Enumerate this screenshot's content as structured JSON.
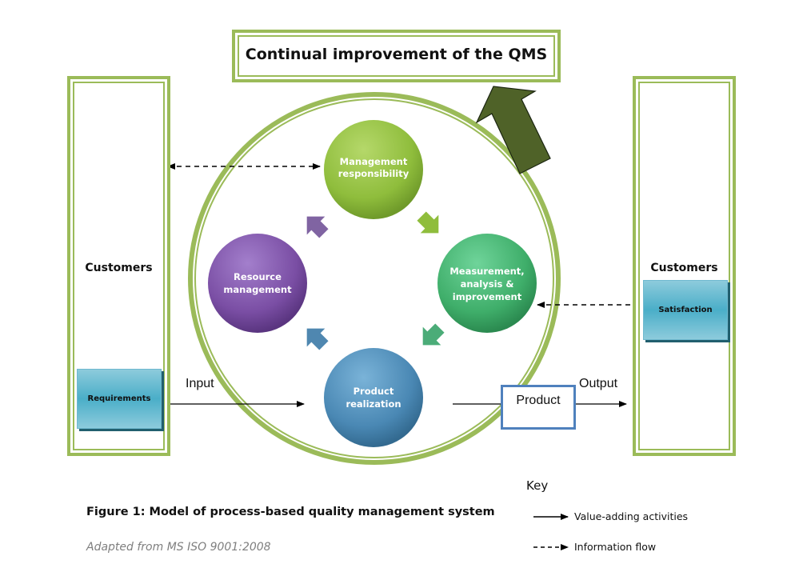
{
  "title": "Continual improvement of the QMS",
  "left_column": {
    "label": "Customers",
    "box_label": "Requirements"
  },
  "right_column": {
    "label": "Customers",
    "box_label": "Satisfaction"
  },
  "process_circles": [
    {
      "id": "management",
      "lines": [
        "Management",
        "responsibility"
      ],
      "color": "#8fbd3c"
    },
    {
      "id": "measurement",
      "lines": [
        "Measurement,",
        "analysis &",
        "improvement"
      ],
      "color": "#3fae6a"
    },
    {
      "id": "product",
      "lines": [
        "Product",
        "realization"
      ],
      "color": "#4a88b4"
    },
    {
      "id": "resource",
      "lines": [
        "Resource",
        "management"
      ],
      "color": "#7a4ea4"
    }
  ],
  "flow": {
    "input_label": "Input",
    "output_label": "Output",
    "product_box_label": "Product"
  },
  "colors": {
    "frame_green": "#9bbb59",
    "big_arrow": "#4f6228",
    "teal": "#4aaec8",
    "product_border": "#4f81bd"
  },
  "caption": {
    "figure": "Figure 1: Model of process-based quality management system",
    "source": "Adapted from MS ISO 9001:2008"
  },
  "key": {
    "title": "Key",
    "items": [
      {
        "style": "solid",
        "label": "Value-adding activities"
      },
      {
        "style": "dashed",
        "label": "Information flow"
      }
    ]
  }
}
